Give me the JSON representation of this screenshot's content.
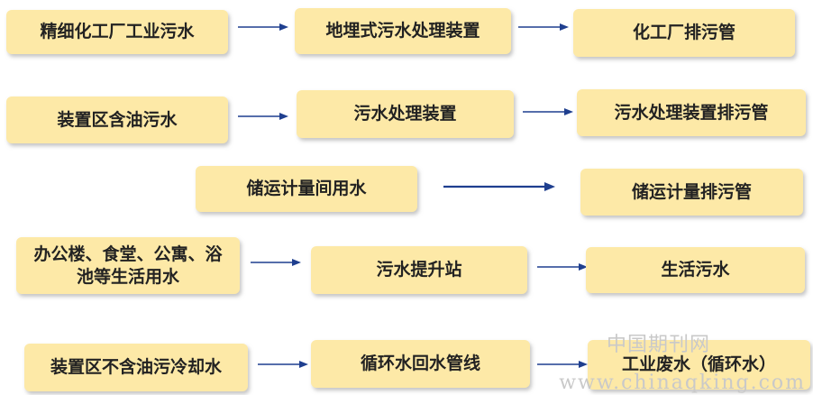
{
  "rows": [
    {
      "source": "精细化工厂工业污水",
      "process": "地埋式污水处理装置",
      "outlet": "化工厂排污管"
    },
    {
      "source": "装置区含油污水",
      "process": "污水处理装置",
      "outlet": "污水处理装置排污管"
    },
    {
      "source": "储运计量间用水",
      "outlet": "储运计量排污管"
    },
    {
      "source": "办公楼、食堂、公寓、浴池等生活用水",
      "process": "污水提升站",
      "outlet": "生活污水"
    },
    {
      "source": "装置区不含油污冷却水",
      "process": "循环水回水管线",
      "outlet": "工业废水（循环水）"
    }
  ],
  "watermark": {
    "cn": "中国期刊网",
    "url": "www.chinaqking.com"
  },
  "colors": {
    "box_fill": "#fde9a7",
    "arrow": "#1f3f8f"
  }
}
